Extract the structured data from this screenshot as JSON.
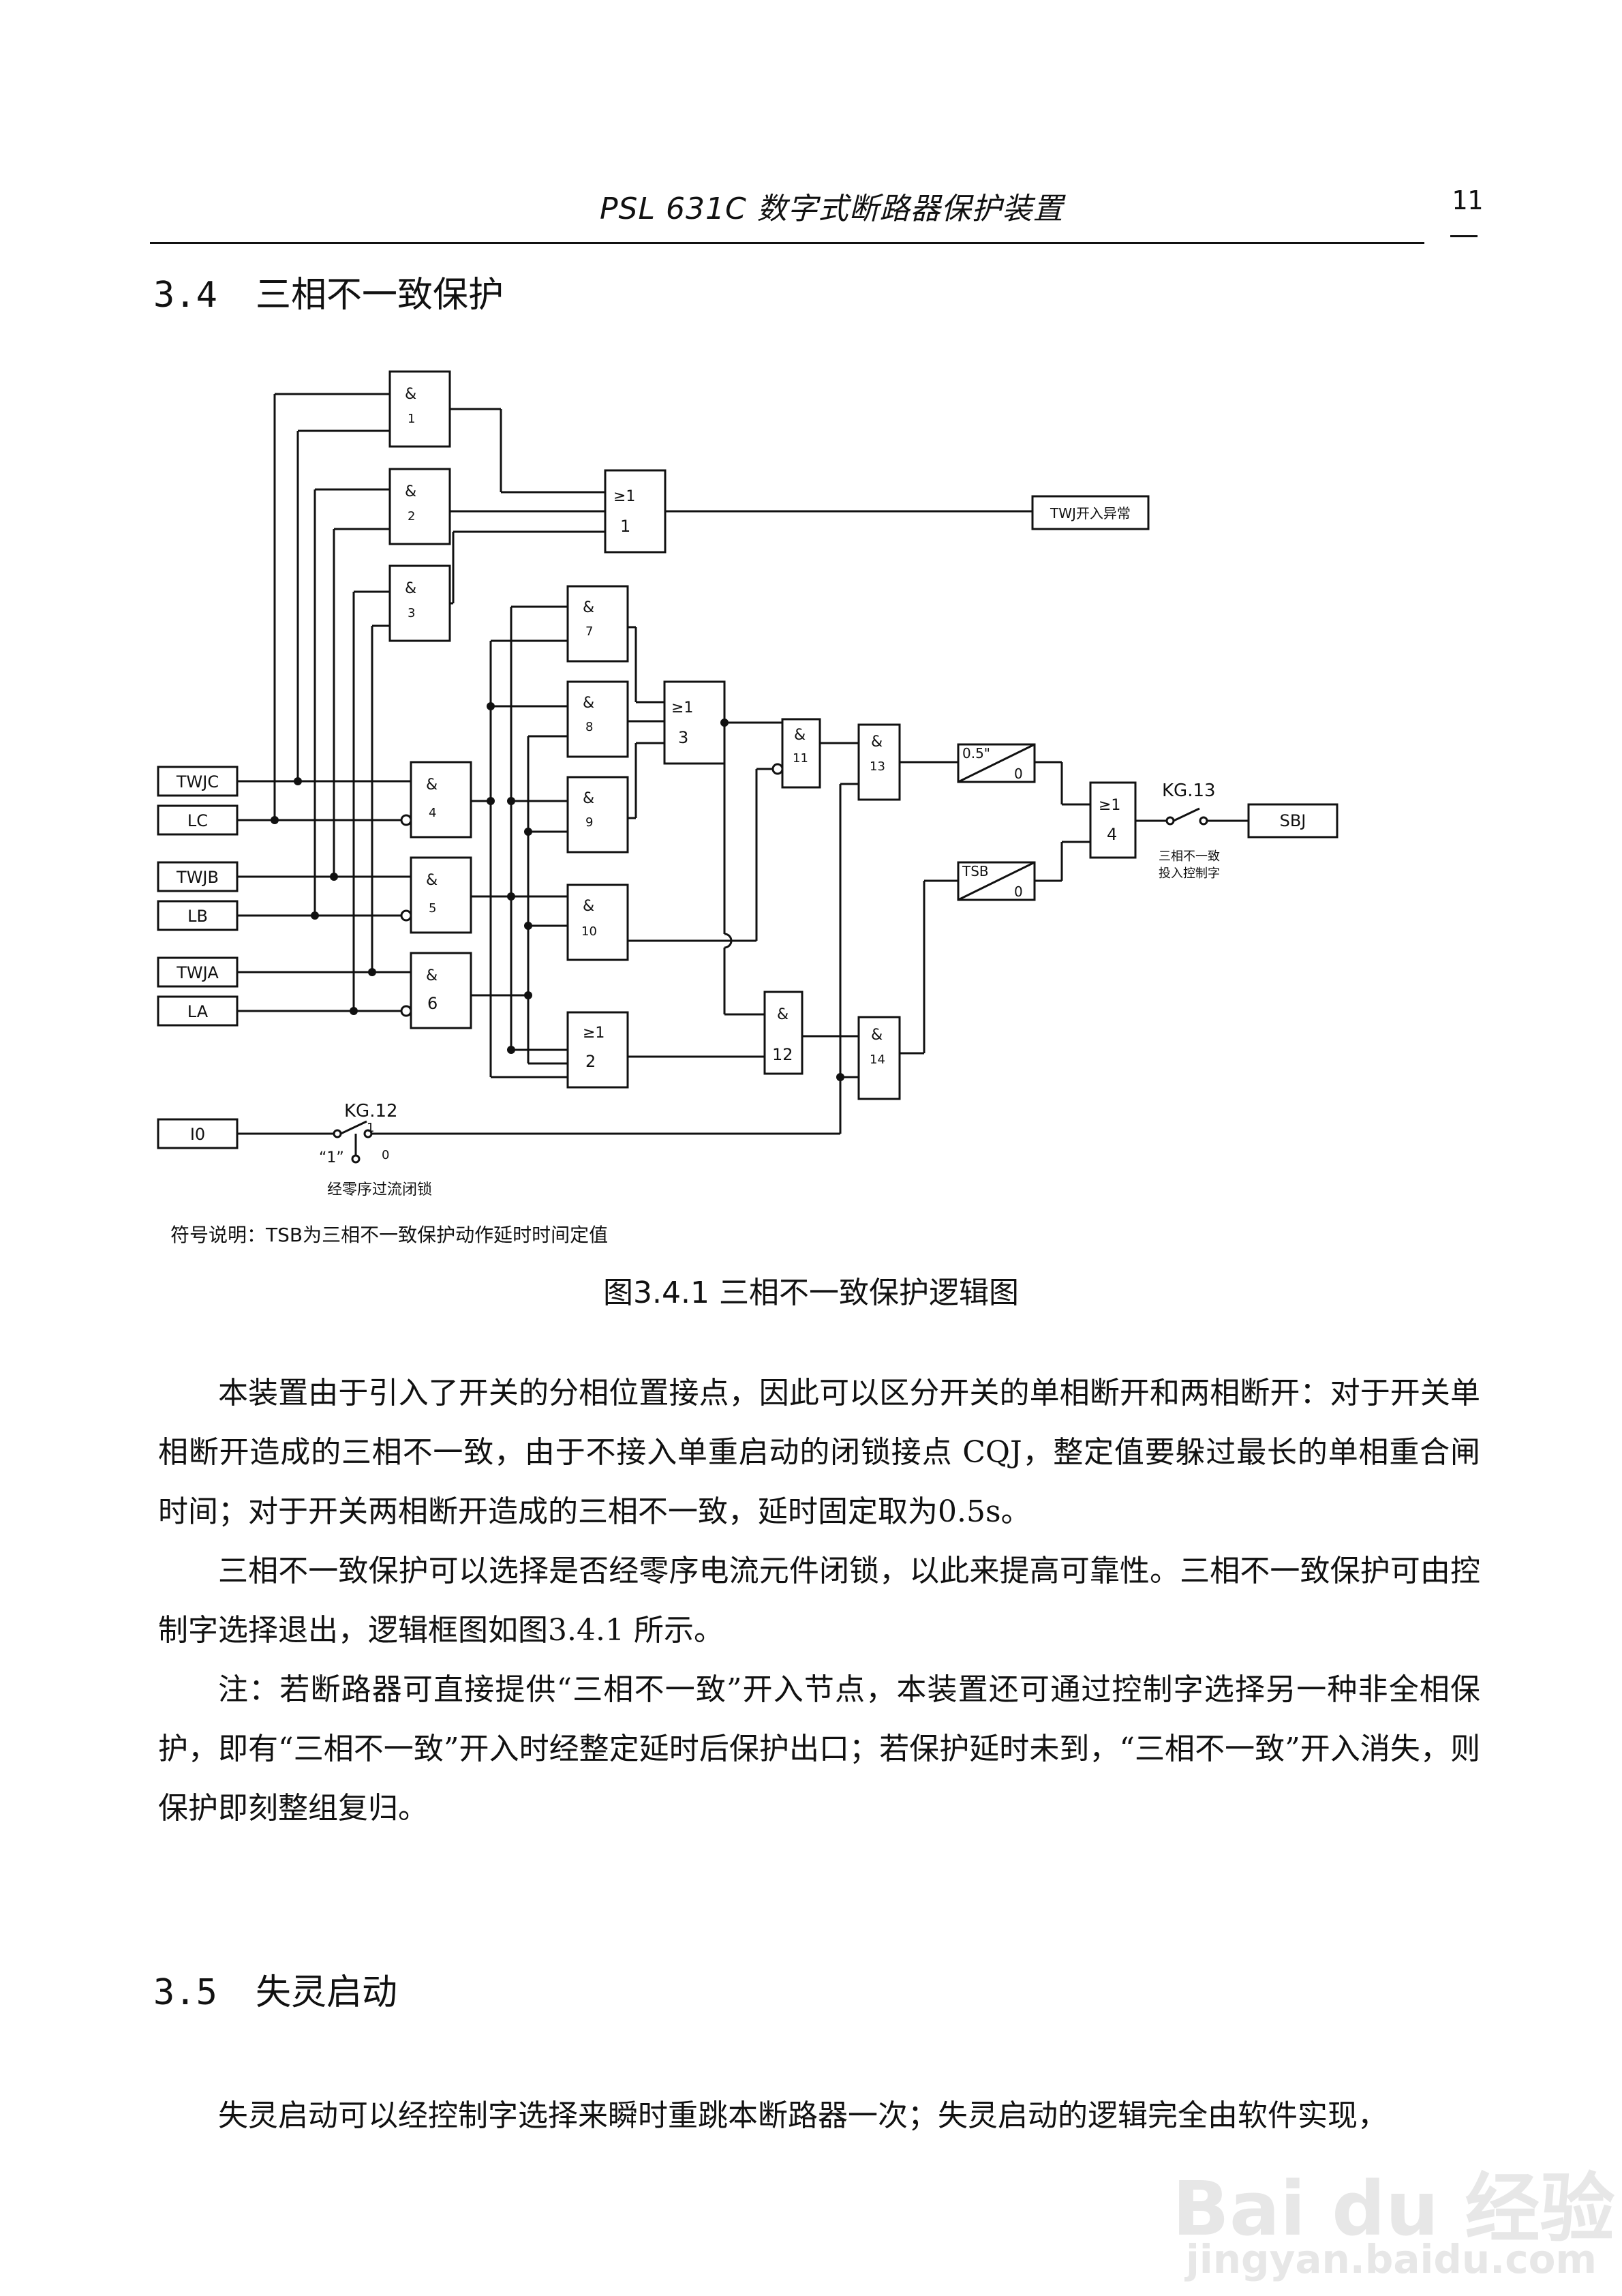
{
  "header": {
    "title": "PSL 631C 数字式断路器保护装置",
    "page_number": "11"
  },
  "section_34": {
    "number": "3.4",
    "title": "三相不一致保护"
  },
  "diagram": {
    "inputs": [
      "TWJC",
      "LC",
      "TWJB",
      "LB",
      "TWJA",
      "LA",
      "I0"
    ],
    "gates": {
      "g1": [
        "&",
        "1"
      ],
      "g2": [
        "&",
        "2"
      ],
      "g3": [
        "&",
        "3"
      ],
      "g4": [
        "&",
        "4"
      ],
      "g5": [
        "&",
        "5"
      ],
      "g6": [
        "&",
        "6"
      ],
      "g7": [
        "&",
        "7"
      ],
      "g8": [
        "&",
        "8"
      ],
      "g9": [
        "&",
        "9"
      ],
      "g10": [
        "&",
        "10"
      ],
      "g11": [
        "&",
        "11"
      ],
      "g12": [
        "&",
        "12"
      ],
      "g13": [
        "&",
        "13"
      ],
      "g14": [
        "&",
        "14"
      ],
      "or1": [
        "≥1",
        "1"
      ],
      "or2": [
        "≥1",
        "2"
      ],
      "or3": [
        "≥1",
        "3"
      ],
      "or4": [
        "≥1",
        "4"
      ]
    },
    "timer_05": [
      "0.5\"",
      "0"
    ],
    "timer_tsb": [
      "TSB",
      "0"
    ],
    "output_twj": "TWJ开入异常",
    "output_sbj": "SBJ",
    "kg13": "KG.13",
    "kg13_note1": "三相不一致",
    "kg13_note2": "投入控制字",
    "kg12": "KG.12",
    "kg12_pos1": "1",
    "kg12_pos0": "0",
    "kg12_quote": "“1”",
    "kg12_note": "经零序过流闭锁"
  },
  "symbol_note": "符号说明：TSB为三相不一致保护动作延时时间定值",
  "figure_caption": "图3.4.1 三相不一致保护逻辑图",
  "paragraphs": [
    "本装置由于引入了开关的分相位置接点，因此可以区分开关的单相断开和两相断开：对于开关单相断开造成的三相不一致，由于不接入单重启动的闭锁接点 CQJ，整定值要躲过最长的单相重合闸时间；对于开关两相断开造成的三相不一致，延时固定取为0.5s。",
    "三相不一致保护可以选择是否经零序电流元件闭锁，以此来提高可靠性。三相不一致保护可由控制字选择退出，逻辑框图如图3.4.1 所示。",
    "注：若断路器可直接提供“三相不一致”开入节点，本装置还可通过控制字选择另一种非全相保护，即有“三相不一致”开入时经整定延时后保护出口；若保护延时未到，“三相不一致”开入消失，则保护即刻整组复归。"
  ],
  "section_35": {
    "number": "3.5",
    "title": "失灵启动"
  },
  "paragraph_35": "失灵启动可以经控制字选择来瞬时重跳本断路器一次；失灵启动的逻辑完全由软件实现，",
  "watermark": {
    "logo": "Bai du 经验",
    "url": "jingyan.baidu.com"
  }
}
